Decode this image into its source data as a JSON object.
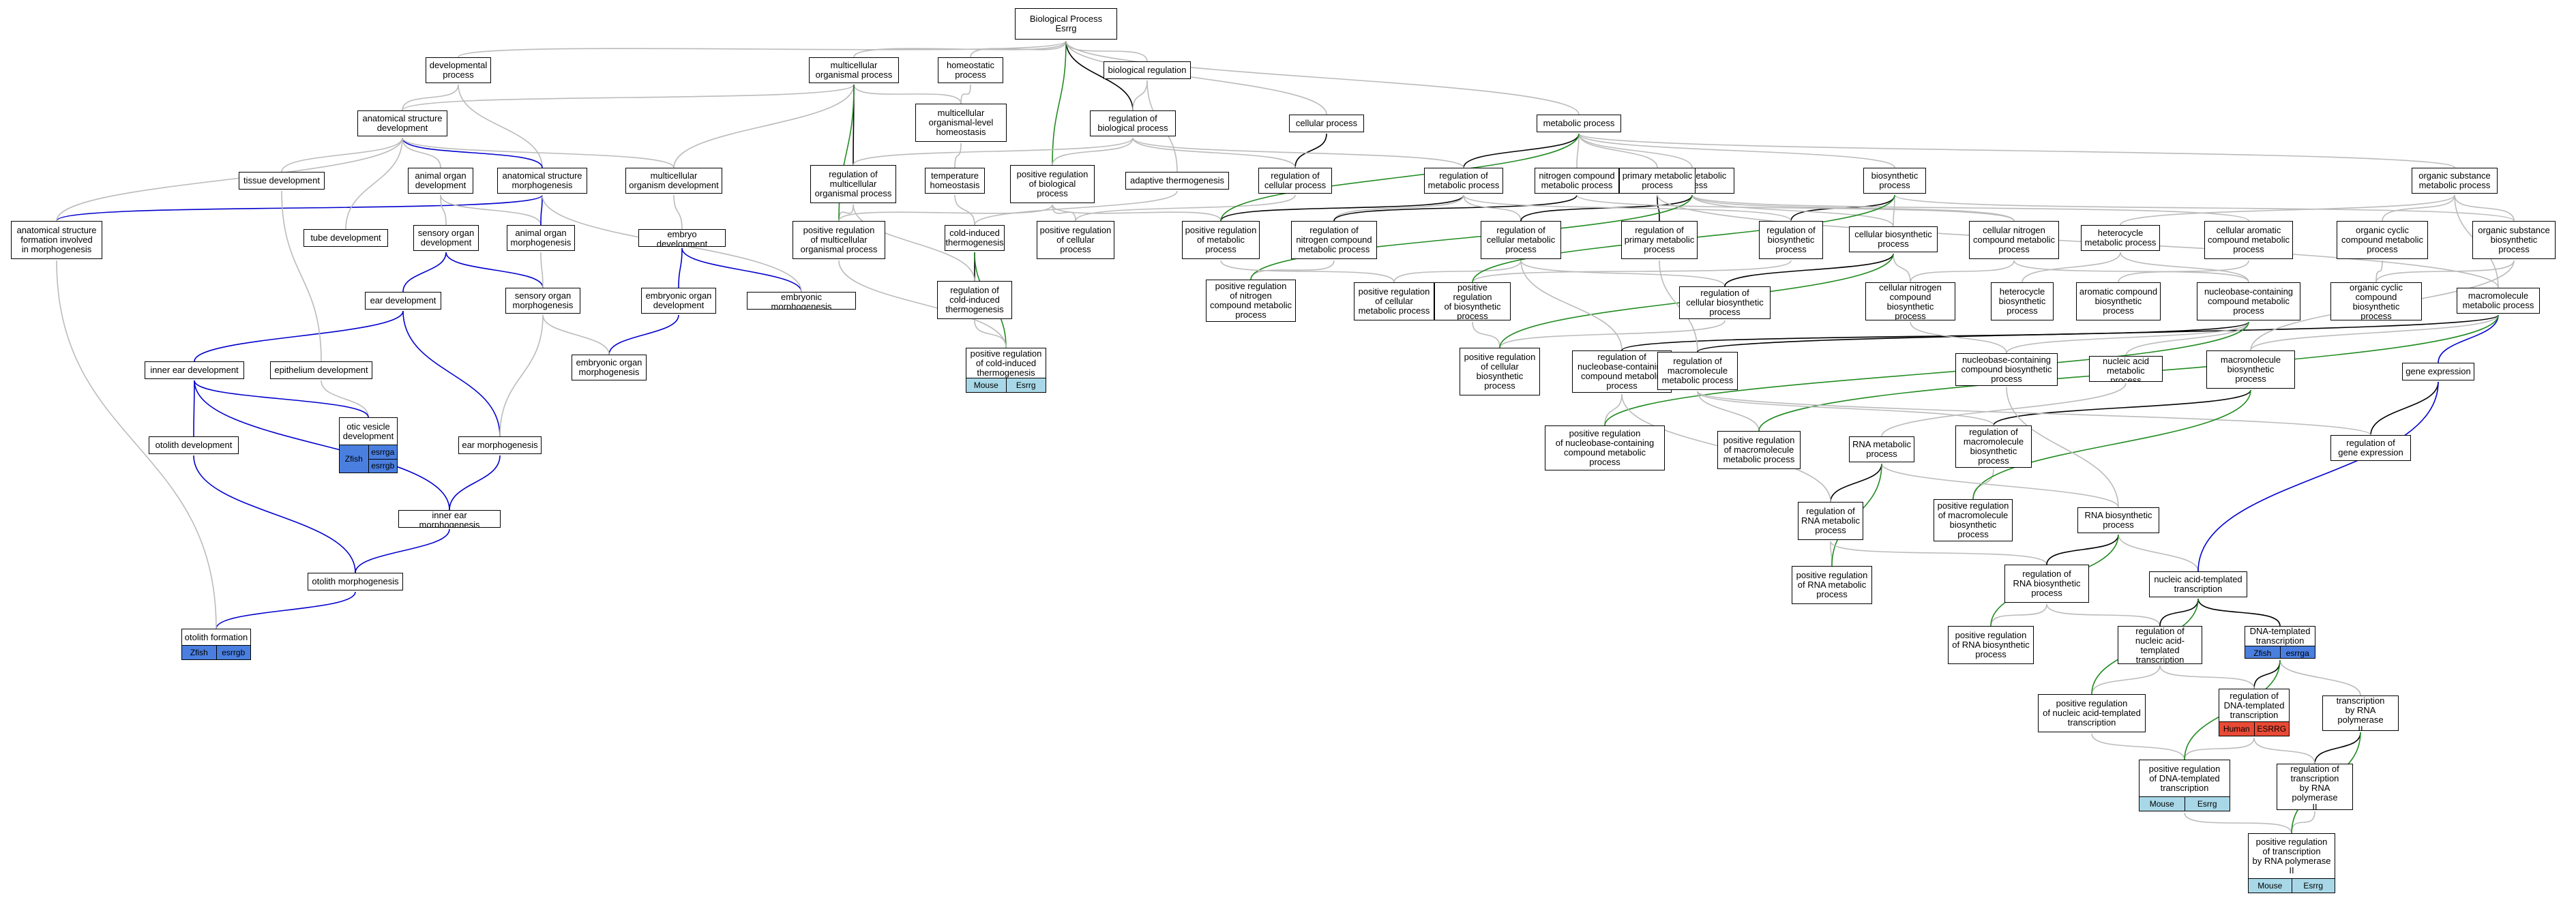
{
  "colors": {
    "gray": "#bbbbbb",
    "black": "#000000",
    "green": "#228b22",
    "blue": "#0000cd",
    "mouse": "#a8d8e8",
    "zfish": "#4a7fe0",
    "human": "#e84a35"
  },
  "nodes": [
    {
      "id": "bp",
      "label": "Biological Process\nEsrrg"
    },
    {
      "id": "dev",
      "label": "developmental\nprocess"
    },
    {
      "id": "mop",
      "label": "multicellular\norganismal process"
    },
    {
      "id": "homeo",
      "label": "homeostatic\nprocess"
    },
    {
      "id": "breg",
      "label": "biological regulation"
    },
    {
      "id": "asd",
      "label": "anatomical structure\ndevelopment"
    },
    {
      "id": "molh",
      "label": "multicellular\norganismal-level\nhomeostasis"
    },
    {
      "id": "rbp",
      "label": "regulation of\nbiological process"
    },
    {
      "id": "cp",
      "label": "cellular process"
    },
    {
      "id": "mp",
      "label": "metabolic process"
    },
    {
      "id": "td",
      "label": "tissue development"
    },
    {
      "id": "aod",
      "label": "animal organ\ndevelopment"
    },
    {
      "id": "asm",
      "label": "anatomical structure\nmorphogenesis"
    },
    {
      "id": "mod",
      "label": "multicellular\norganism development"
    },
    {
      "id": "rmop",
      "label": "regulation of\nmulticellular\norganismal process"
    },
    {
      "id": "th",
      "label": "temperature\nhomeostasis"
    },
    {
      "id": "prbp",
      "label": "positive regulation\nof biological\nprocess"
    },
    {
      "id": "at",
      "label": "adaptive thermogenesis"
    },
    {
      "id": "rcp",
      "label": "regulation of\ncellular process"
    },
    {
      "id": "rmp",
      "label": "regulation of\nmetabolic process"
    },
    {
      "id": "ncmp",
      "label": "nitrogen compound\nmetabolic process"
    },
    {
      "id": "cmp",
      "label": "cellular metabolic\nprocess"
    },
    {
      "id": "pmp",
      "label": "primary metabolic\nprocess"
    },
    {
      "id": "bsp",
      "label": "biosynthetic\nprocess"
    },
    {
      "id": "ocmp",
      "label": "organic substance\nmetabolic process"
    },
    {
      "id": "asfm",
      "label": "anatomical structure\nformation involved\nin morphogenesis"
    },
    {
      "id": "tubed",
      "label": "tube development"
    },
    {
      "id": "sod",
      "label": "sensory organ\ndevelopment"
    },
    {
      "id": "aom",
      "label": "animal organ\nmorphogenesis"
    },
    {
      "id": "embd",
      "label": "embryo development"
    },
    {
      "id": "prmop",
      "label": "positive regulation\nof multicellular\norganismal process"
    },
    {
      "id": "cit",
      "label": "cold-induced\nthermogenesis"
    },
    {
      "id": "prcp",
      "label": "positive regulation\nof cellular\nprocess"
    },
    {
      "id": "prmp",
      "label": "positive regulation\nof metabolic\nprocess"
    },
    {
      "id": "rncmp",
      "label": "regulation of\nnitrogen compound\nmetabolic process"
    },
    {
      "id": "rcmp",
      "label": "regulation of\ncellular metabolic\nprocess"
    },
    {
      "id": "rpmp",
      "label": "regulation of\nprimary metabolic\nprocess"
    },
    {
      "id": "rbsp",
      "label": "regulation of\nbiosynthetic\nprocess"
    },
    {
      "id": "cbsp",
      "label": "cellular biosynthetic\nprocess"
    },
    {
      "id": "cncmp",
      "label": "cellular nitrogen\ncompound metabolic\nprocess"
    },
    {
      "id": "hmp",
      "label": "heterocycle\nmetabolic process"
    },
    {
      "id": "cacmp",
      "label": "cellular aromatic\ncompound metabolic\nprocess"
    },
    {
      "id": "occmp",
      "label": "organic cyclic\ncompound metabolic\nprocess"
    },
    {
      "id": "osbp",
      "label": "organic substance\nbiosynthetic\nprocess"
    },
    {
      "id": "ead",
      "label": "ear development"
    },
    {
      "id": "som",
      "label": "sensory organ\nmorphogenesis"
    },
    {
      "id": "eod",
      "label": "embryonic organ\ndevelopment"
    },
    {
      "id": "embm",
      "label": "embryonic morphogenesis"
    },
    {
      "id": "rcit",
      "label": "regulation of\ncold-induced\nthermogenesis"
    },
    {
      "id": "prncmp",
      "label": "positive regulation\nof nitrogen\ncompound metabolic\nprocess"
    },
    {
      "id": "prcmp",
      "label": "positive regulation\nof cellular\nmetabolic process"
    },
    {
      "id": "prbsp",
      "label": "positive regulation\nof biosynthetic\nprocess"
    },
    {
      "id": "rcbsp",
      "label": "regulation of\ncellular biosynthetic\nprocess"
    },
    {
      "id": "cncbsp",
      "label": "cellular nitrogen\ncompound biosynthetic\nprocess"
    },
    {
      "id": "hbsp",
      "label": "heterocycle\nbiosynthetic\nprocess"
    },
    {
      "id": "acbsp",
      "label": "aromatic compound\nbiosynthetic\nprocess"
    },
    {
      "id": "nbcmp",
      "label": "nucleobase-containing\ncompound metabolic\nprocess"
    },
    {
      "id": "occbsp",
      "label": "organic cyclic\ncompound biosynthetic\nprocess"
    },
    {
      "id": "macmp",
      "label": "macromolecule\nmetabolic process"
    },
    {
      "id": "ied",
      "label": "inner ear development"
    },
    {
      "id": "epd",
      "label": "epithelium development"
    },
    {
      "id": "eom",
      "label": "embryonic organ\nmorphogenesis"
    },
    {
      "id": "prcit",
      "label": "positive regulation\nof cold-induced\nthermogenesis",
      "tags": [
        {
          "t": "Mouse",
          "c": "mouse"
        },
        {
          "t": "Esrrg",
          "c": "mouse"
        }
      ]
    },
    {
      "id": "prcbsp",
      "label": "positive regulation\nof cellular\nbiosynthetic\nprocess"
    },
    {
      "id": "rnbcmp",
      "label": "regulation of\nnucleobase-containing\ncompound metabolic\nprocess"
    },
    {
      "id": "rmacmp",
      "label": "regulation of\nmacromolecule\nmetabolic process"
    },
    {
      "id": "nbcbsp",
      "label": "nucleobase-containing\ncompound biosynthetic\nprocess"
    },
    {
      "id": "namp",
      "label": "nucleic acid\nmetabolic process"
    },
    {
      "id": "mbsp",
      "label": "macromolecule\nbiosynthetic\nprocess"
    },
    {
      "id": "gexp",
      "label": "gene expression"
    },
    {
      "id": "ovd",
      "label": "otic vesicle\ndevelopment",
      "tags": [
        {
          "t": "Zfish",
          "c": "zfish"
        },
        {
          "t": "esrrga",
          "c": "zfish"
        },
        {
          "t": "esrrgb",
          "c": "zfish"
        }
      ],
      "stack": true
    },
    {
      "id": "otd",
      "label": "otolith development"
    },
    {
      "id": "earm",
      "label": "ear morphogenesis"
    },
    {
      "id": "prnbcmp",
      "label": "positive regulation\nof nucleobase-containing\ncompound metabolic\nprocess"
    },
    {
      "id": "prmacmp",
      "label": "positive regulation\nof macromolecule\nmetabolic process"
    },
    {
      "id": "rnamp",
      "label": "RNA metabolic\nprocess"
    },
    {
      "id": "rmbsp",
      "label": "regulation of\nmacromolecule\nbiosynthetic\nprocess"
    },
    {
      "id": "rgexp",
      "label": "regulation of\ngene expression"
    },
    {
      "id": "iem",
      "label": "inner ear morphogenesis"
    },
    {
      "id": "rrnamp",
      "label": "regulation of\nRNA metabolic\nprocess"
    },
    {
      "id": "prmbsp",
      "label": "positive regulation\nof macromolecule\nbiosynthetic\nprocess"
    },
    {
      "id": "rnabsp",
      "label": "RNA biosynthetic\nprocess"
    },
    {
      "id": "otm",
      "label": "otolith morphogenesis"
    },
    {
      "id": "prrnamp",
      "label": "positive regulation\nof RNA metabolic\nprocess"
    },
    {
      "id": "rrnabsp",
      "label": "regulation of\nRNA biosynthetic\nprocess"
    },
    {
      "id": "natt",
      "label": "nucleic acid-templated\ntranscription"
    },
    {
      "id": "otf",
      "label": "otolith formation",
      "tags": [
        {
          "t": "Zfish",
          "c": "zfish"
        },
        {
          "t": "esrrgb",
          "c": "zfish"
        }
      ]
    },
    {
      "id": "prrnabsp",
      "label": "positive regulation\nof RNA biosynthetic\nprocess"
    },
    {
      "id": "rnatt",
      "label": "regulation of\nnucleic acid-templated\ntranscription"
    },
    {
      "id": "dtt",
      "label": "DNA-templated\ntranscription",
      "tags": [
        {
          "t": "Zfish",
          "c": "zfish"
        },
        {
          "t": "esrrga",
          "c": "zfish"
        }
      ]
    },
    {
      "id": "prnatt",
      "label": "positive regulation\nof nucleic acid-templated\ntranscription"
    },
    {
      "id": "rdtt",
      "label": "regulation of\nDNA-templated\ntranscription",
      "tags": [
        {
          "t": "Human",
          "c": "human"
        },
        {
          "t": "ESRRG",
          "c": "human"
        }
      ]
    },
    {
      "id": "trp2",
      "label": "transcription\nby RNA polymerase\nII"
    },
    {
      "id": "prdtt",
      "label": "positive regulation\nof DNA-templated\ntranscription",
      "tags": [
        {
          "t": "Mouse",
          "c": "mouse"
        },
        {
          "t": "Esrrg",
          "c": "mouse"
        }
      ]
    },
    {
      "id": "rtrp2",
      "label": "regulation of\ntranscription\nby RNA polymerase\nII"
    },
    {
      "id": "prtrp2",
      "label": "positive regulation\nof transcription\nby RNA polymerase\nII",
      "tags": [
        {
          "t": "Mouse",
          "c": "mouse"
        },
        {
          "t": "Esrrg",
          "c": "mouse"
        }
      ]
    }
  ]
}
